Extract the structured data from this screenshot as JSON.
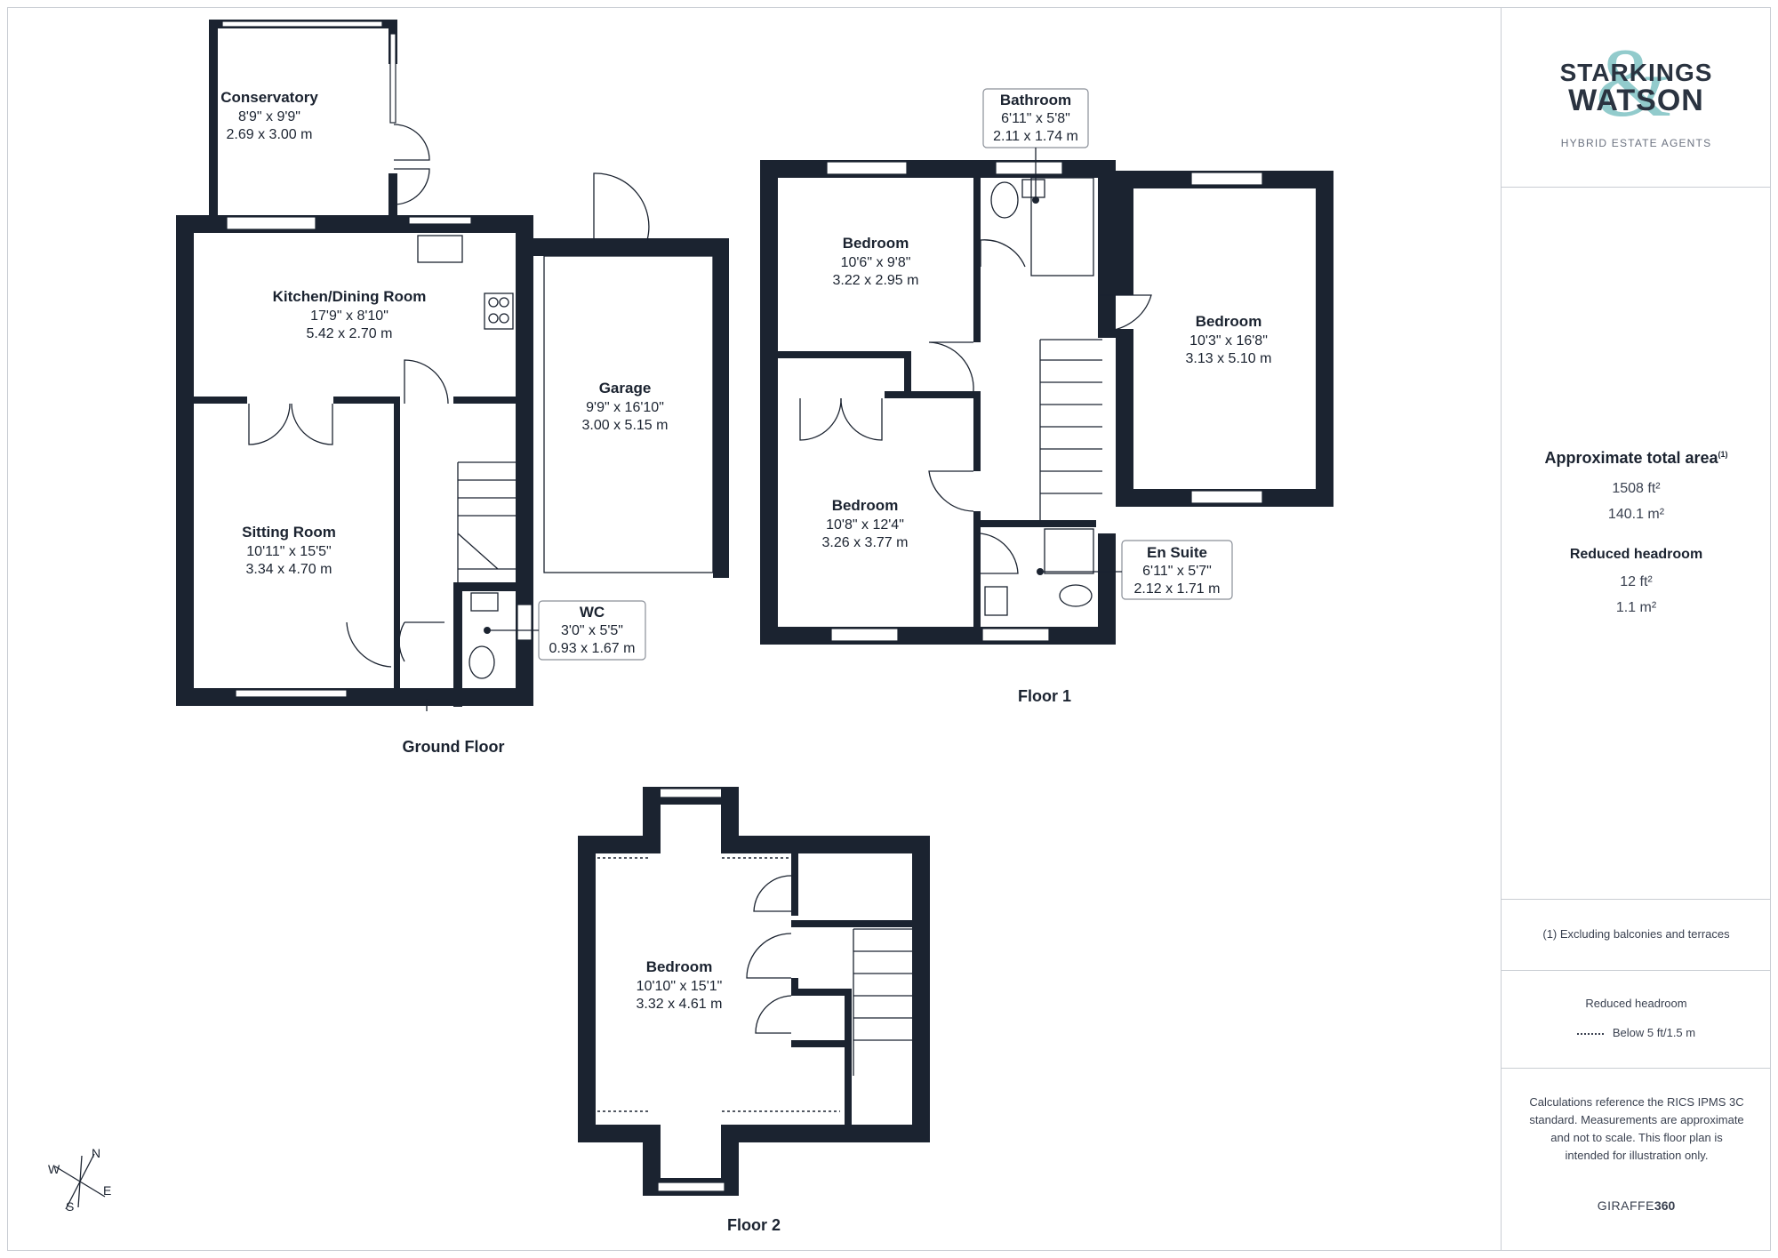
{
  "brand": {
    "name_line1": "STARKINGS",
    "name_line2": "WATSON",
    "ampersand": "&",
    "tagline": "HYBRID ESTATE AGENTS",
    "accent": "#7fc3c4"
  },
  "summary": {
    "area_title": "Approximate total area",
    "area_sup": "(1)",
    "area_ft": "1508 ft²",
    "area_m": "140.1 m²",
    "reduced_title": "Reduced headroom",
    "reduced_ft": "12 ft²",
    "reduced_m": "1.1 m²",
    "footnote": "(1) Excluding balconies and terraces",
    "legend_title": "Reduced headroom",
    "legend_label": "Below 5 ft/1.5 m",
    "disclaimer": "Calculations reference the RICS IPMS 3C standard. Measurements are approximate and not to scale. This floor plan is intended for illustration only.",
    "maker_a": "GIRAFFE",
    "maker_b": "360"
  },
  "floors": {
    "ground": "Ground Floor",
    "first": "Floor 1",
    "second": "Floor 2"
  },
  "rooms": {
    "conservatory": {
      "name": "Conservatory",
      "imperial": "8'9\" x 9'9\"",
      "metric": "2.69 x 3.00 m"
    },
    "kitchen": {
      "name": "Kitchen/Dining Room",
      "imperial": "17'9\" x 8'10\"",
      "metric": "5.42 x 2.70 m"
    },
    "garage": {
      "name": "Garage",
      "imperial": "9'9\" x 16'10\"",
      "metric": "3.00 x 5.15 m"
    },
    "sitting": {
      "name": "Sitting Room",
      "imperial": "10'11\" x 15'5\"",
      "metric": "3.34 x 4.70 m"
    },
    "wc": {
      "name": "WC",
      "imperial": "3'0\" x 5'5\"",
      "metric": "0.93 x 1.67 m"
    },
    "bathroom": {
      "name": "Bathroom",
      "imperial": "6'11\" x 5'8\"",
      "metric": "2.11 x 1.74 m"
    },
    "bed1": {
      "name": "Bedroom",
      "imperial": "10'6\" x 9'8\"",
      "metric": "3.22 x 2.95 m"
    },
    "bed2": {
      "name": "Bedroom",
      "imperial": "10'3\" x 16'8\"",
      "metric": "3.13 x 5.10 m"
    },
    "bed3": {
      "name": "Bedroom",
      "imperial": "10'8\" x 12'4\"",
      "metric": "3.26 x 3.77 m"
    },
    "ensuite": {
      "name": "En Suite",
      "imperial": "6'11\" x 5'7\"",
      "metric": "2.12 x 1.71 m"
    },
    "bed4": {
      "name": "Bedroom",
      "imperial": "10'10\" x 15'1\"",
      "metric": "3.32 x 4.61 m"
    }
  },
  "compass": {
    "n": "N",
    "e": "E",
    "s": "S",
    "w": "W"
  }
}
